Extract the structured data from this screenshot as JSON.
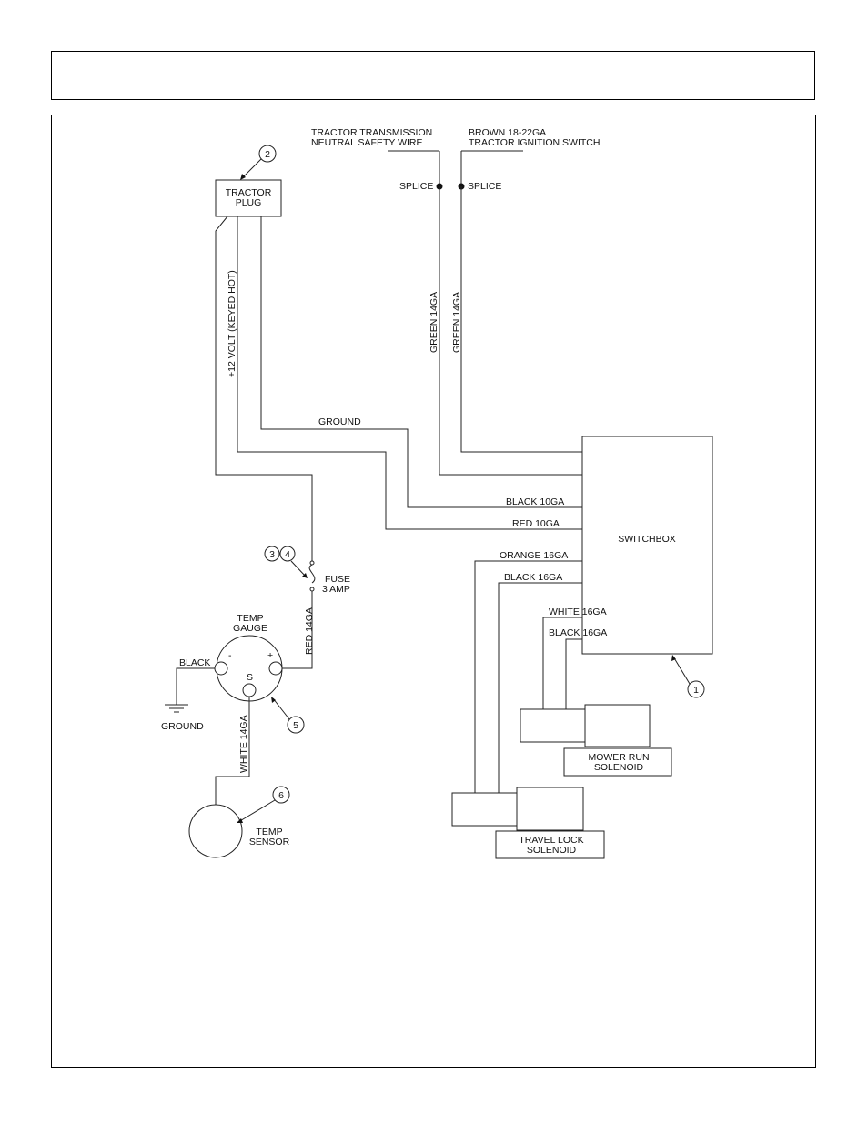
{
  "diagram": {
    "labels": {
      "tractor_transmission": [
        "TRACTOR TRANSMISSION",
        "NEUTRAL SAFETY WIRE"
      ],
      "brown_wire": [
        "BROWN 18-22GA",
        "TRACTOR IGNITION SWITCH"
      ],
      "splice_left": "SPLICE",
      "splice_right": "SPLICE",
      "tractor_plug": [
        "TRACTOR",
        "PLUG"
      ],
      "keyed_hot": "+12 VOLT (KEYED HOT)",
      "green_left": "GREEN 14GA",
      "green_right": "GREEN 14GA",
      "ground_wire": "GROUND",
      "black_10": "BLACK 10GA",
      "red_10": "RED 10GA",
      "switchbox": "SWITCHBOX",
      "orange_16": "ORANGE 16GA",
      "black_16a": "BLACK 16GA",
      "white_16": "WHITE 16GA",
      "black_16b": "BLACK 16GA",
      "fuse": [
        "FUSE",
        "3 AMP"
      ],
      "red_14": "RED 14GA",
      "temp_gauge": [
        "TEMP",
        "GAUGE"
      ],
      "black_gauge": "BLACK",
      "minus": "-",
      "plus": "+",
      "s_terminal": "S",
      "ground_symbol_label": "GROUND",
      "white_14": "WHITE 14GA",
      "temp_sensor": [
        "TEMP",
        "SENSOR"
      ],
      "mower_run": [
        "MOWER RUN",
        "SOLENOID"
      ],
      "travel_lock": [
        "TRAVEL LOCK",
        "SOLENOID"
      ]
    },
    "callouts": [
      "1",
      "2",
      "3",
      "4",
      "5",
      "6"
    ]
  }
}
